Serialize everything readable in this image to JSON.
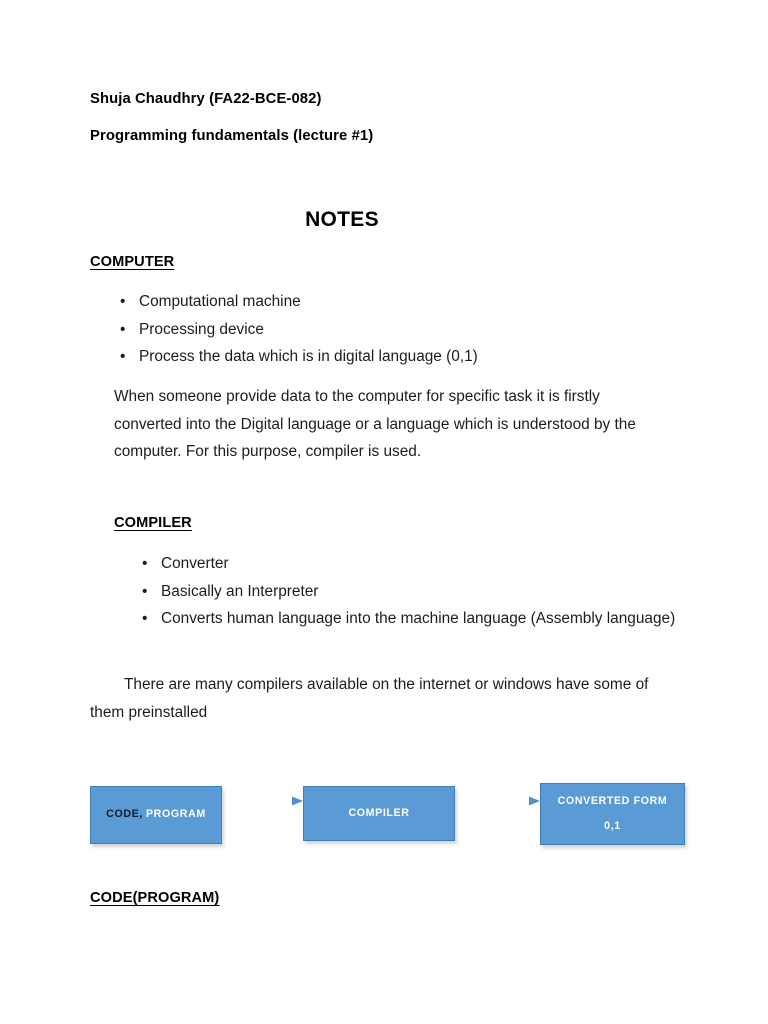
{
  "document": {
    "author_line": "Shuja Chaudhry (FA22-BCE-082)",
    "course_line": "Programming fundamentals (lecture #1)",
    "title": "NOTES"
  },
  "sections": {
    "computer": {
      "heading": "COMPUTER",
      "bullets": [
        "Computational machine",
        "Processing device",
        "Process the data which is in digital language (0,1)"
      ],
      "paragraph": "When someone provide data to the computer for specific task it is firstly converted into the Digital language or a language which is understood by the computer. For this purpose, compiler is used."
    },
    "compiler": {
      "heading": "COMPILER",
      "bullets": [
        "Converter",
        "Basically an Interpreter",
        "Converts human language into the machine language (Assembly language)"
      ],
      "paragraph": "There are many compilers available on the internet or windows have some of them preinstalled"
    },
    "code_program": {
      "heading": "CODE(PROGRAM)"
    }
  },
  "diagram": {
    "bullet_glyph": "•",
    "box_fill_color": "#5B9BD5",
    "box_border_color": "#3F7FB5",
    "arrow_color": "#5B9BD5",
    "boxes": [
      {
        "name": "code-program",
        "line_dark": "CODE,",
        "line_light": "PROGRAM"
      },
      {
        "name": "compiler",
        "line1": "COMPILER"
      },
      {
        "name": "converted-form",
        "line1": "CONVERTED FORM",
        "line2": "0,1"
      }
    ]
  }
}
